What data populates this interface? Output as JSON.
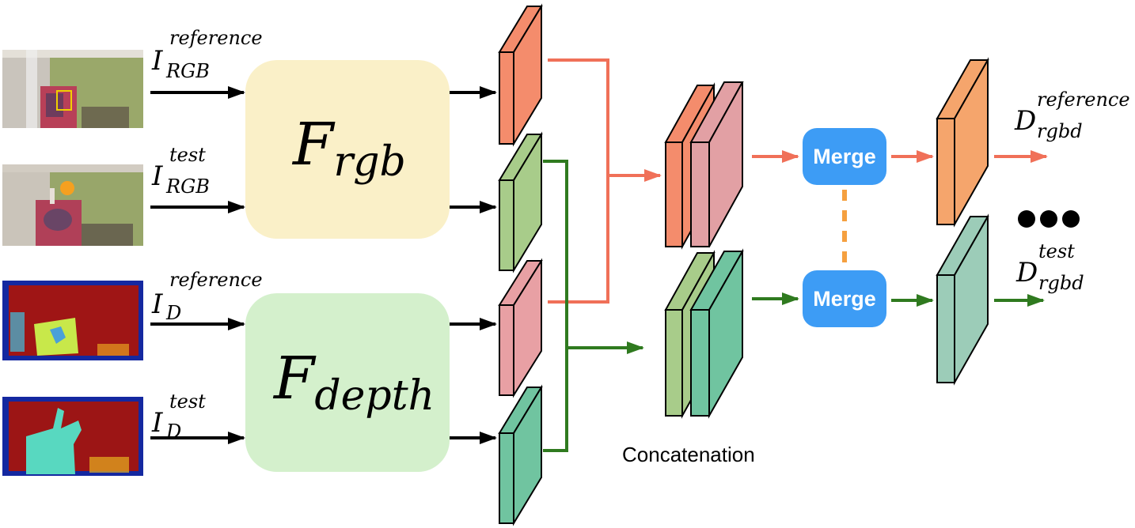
{
  "inputs": [
    {
      "base": "I",
      "sup": "reference",
      "sub": "RGB",
      "kind": "rgb"
    },
    {
      "base": "I",
      "sup": "test",
      "sub": "RGB",
      "kind": "rgb"
    },
    {
      "base": "I",
      "sup": "reference",
      "sub": "D",
      "kind": "depth"
    },
    {
      "base": "I",
      "sup": "test",
      "sub": "D",
      "kind": "depth"
    }
  ],
  "encoders": {
    "rgb": {
      "base": "F",
      "sub": "rgb",
      "color": "#faf0c8"
    },
    "depth": {
      "base": "F",
      "sub": "depth",
      "color": "#d4f0cc"
    }
  },
  "merge": {
    "label": "Merge",
    "color": "#3d9cf5"
  },
  "concat_label": "Concatenation",
  "outputs": [
    {
      "base": "D",
      "sup": "reference",
      "sub": "rgbd"
    },
    {
      "base": "D",
      "sup": "test",
      "sub": "rgbd"
    }
  ],
  "colors": {
    "rgb_feature_ref": "#f48c6c",
    "rgb_feature_test": "#a8cc8a",
    "depth_feature_ref": "#e8a0a4",
    "depth_feature_test": "#70c4a0",
    "out_ref": "#f5a56c",
    "out_test": "#9cccb8",
    "arrow_red": "#f07058",
    "arrow_green": "#2f7a1f",
    "dash_orange": "#f5a040"
  }
}
